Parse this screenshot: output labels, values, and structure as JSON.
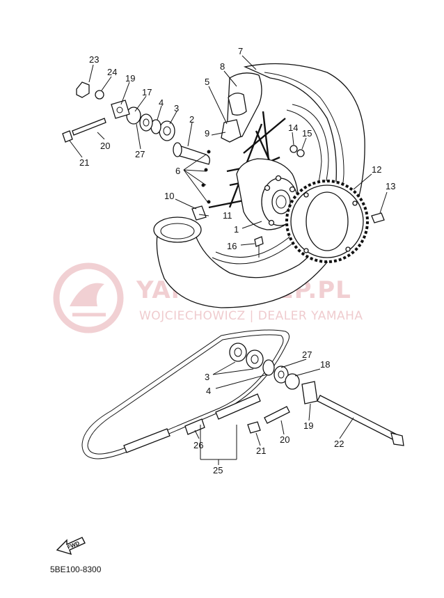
{
  "watermark": {
    "brand": "YAMA-SKLEP.PL",
    "dealer": "WOJCIECHOWICZ | DEALER YAMAHA",
    "color": "#e6a9ae"
  },
  "diagram_code": "5BE100-8300",
  "fwd_arrow": "FWD",
  "callouts": [
    "1",
    "2",
    "3",
    "4",
    "5",
    "6",
    "7",
    "8",
    "9",
    "10",
    "11",
    "12",
    "13",
    "14",
    "15",
    "16",
    "17",
    "19",
    "20",
    "21",
    "23",
    "24",
    "27",
    "3",
    "4",
    "27",
    "18",
    "19",
    "20",
    "21",
    "22",
    "26",
    "25"
  ]
}
